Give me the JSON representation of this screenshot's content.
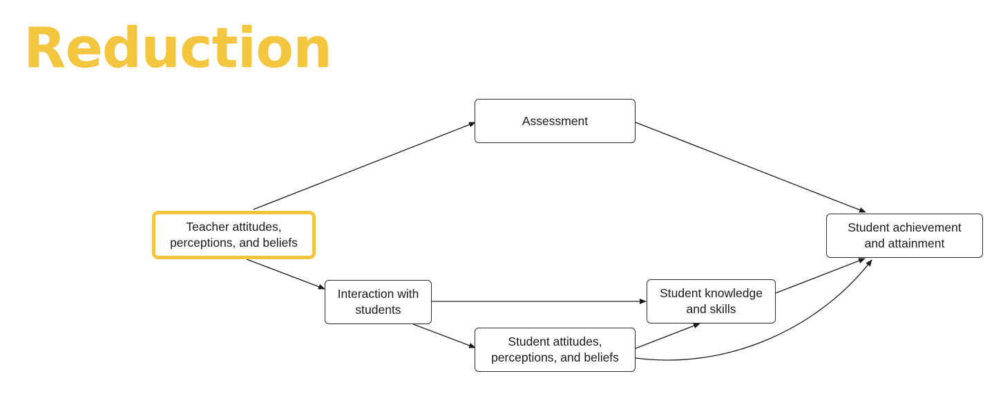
{
  "slide": {
    "title": "Reduction"
  },
  "colors": {
    "title": "#f4c53f",
    "highlight": "#f4c53f",
    "edge": "#1a1a1a"
  },
  "diagram": {
    "nodes": {
      "assessment": "Assessment",
      "teacher": "Teacher attitudes,\nperceptions, and beliefs",
      "achievement": "Student achievement\nand attainment",
      "interaction": "Interaction with\nstudents",
      "knowledge": "Student knowledge\nand skills",
      "student_attitudes": "Student attitudes,\nperceptions, and beliefs"
    },
    "highlighted_node": "teacher",
    "edges": [
      [
        "teacher",
        "assessment"
      ],
      [
        "assessment",
        "achievement"
      ],
      [
        "teacher",
        "interaction"
      ],
      [
        "interaction",
        "knowledge"
      ],
      [
        "interaction",
        "student_attitudes"
      ],
      [
        "student_attitudes",
        "knowledge"
      ],
      [
        "knowledge",
        "achievement"
      ],
      [
        "student_attitudes",
        "achievement"
      ]
    ]
  }
}
